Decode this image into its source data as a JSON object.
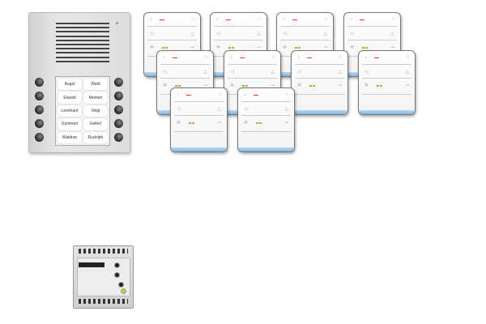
{
  "door_panel": {
    "name_labels": [
      "Augst",
      "Wald",
      "Erwald",
      "Meinert",
      "Leonhard",
      "Voigt",
      "Gymmert",
      "Gellert",
      "Waldner",
      "Rudolph"
    ],
    "button_count_per_side": 5
  },
  "handsets": {
    "count": 10
  },
  "colors": {
    "panel": "#dcdddf",
    "handset_accent": "#7fb5e4",
    "indicator_red": "#e33333"
  }
}
